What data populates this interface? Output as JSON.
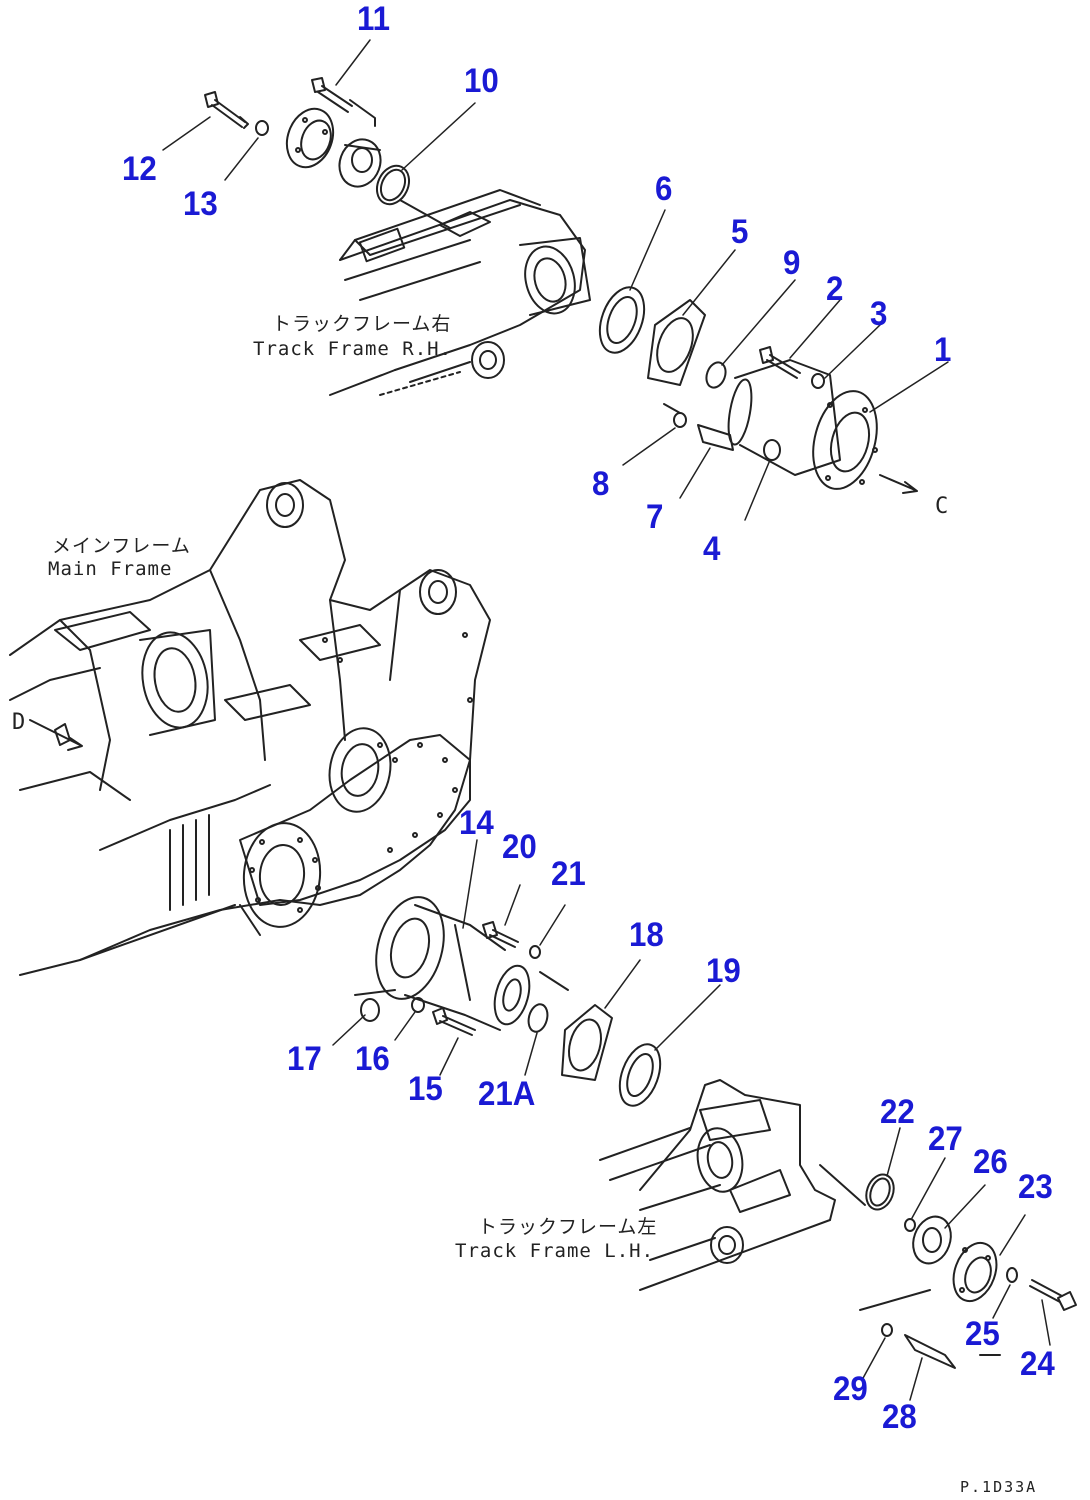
{
  "diagram": {
    "callouts": [
      "1",
      "2",
      "3",
      "4",
      "5",
      "6",
      "7",
      "8",
      "9",
      "10",
      "11",
      "12",
      "13",
      "14",
      "15",
      "16",
      "17",
      "18",
      "19",
      "20",
      "21",
      "21A",
      "22",
      "23",
      "24",
      "25",
      "26",
      "27",
      "28",
      "29"
    ],
    "labels": {
      "track_frame_rh_jp": "トラックフレーム右",
      "track_frame_rh_en": "Track Frame R.H.",
      "main_frame_jp": "メインフレーム",
      "main_frame_en": "Main Frame",
      "track_frame_lh_jp": "トラックフレーム左",
      "track_frame_lh_en": "Track Frame L.H."
    },
    "marks": {
      "ref_c": "C",
      "ref_d": "D"
    },
    "doc_code": "P.1D33A"
  },
  "colors": {
    "callout": "#1a1ad4",
    "linework": "#222222",
    "background": "#ffffff"
  }
}
